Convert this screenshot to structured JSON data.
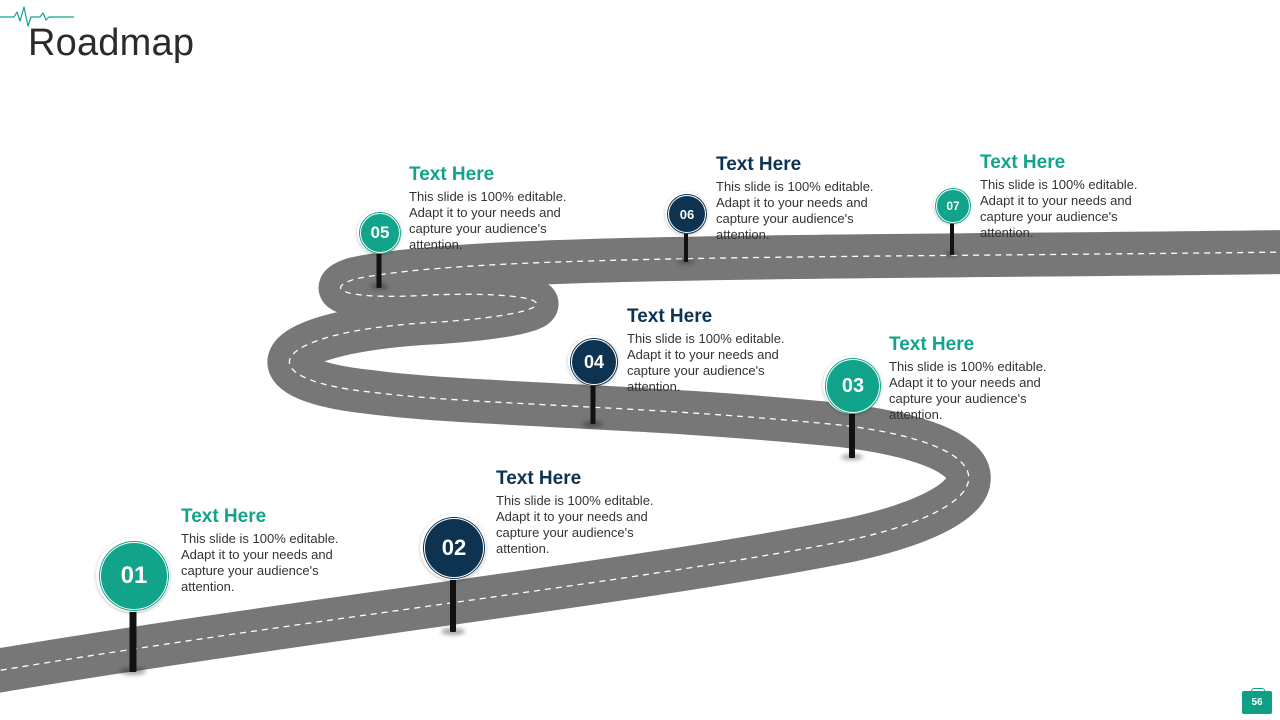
{
  "slide": {
    "title": "Roadmap",
    "page_number": "56"
  },
  "colors": {
    "teal": "#12a38b",
    "navy": "#0d3350",
    "road": "#777777",
    "pole": "#111111"
  },
  "milestones": [
    {
      "number": "01",
      "heading": "Text Here",
      "body": "This slide is 100% editable. Adapt it to your needs and capture your audience's attention.",
      "color": "teal"
    },
    {
      "number": "02",
      "heading": "Text Here",
      "body": "This slide is 100% editable. Adapt it to your needs and capture your audience's attention.",
      "color": "navy"
    },
    {
      "number": "03",
      "heading": "Text Here",
      "body": "This slide is 100% editable. Adapt it to your needs and capture your audience's attention.",
      "color": "teal"
    },
    {
      "number": "04",
      "heading": "Text Here",
      "body": "This slide is 100% editable. Adapt it to your needs and capture your audience's attention.",
      "color": "navy"
    },
    {
      "number": "05",
      "heading": "Text Here",
      "body": "This slide is 100% editable. Adapt it to your needs and capture your audience's attention.",
      "color": "teal"
    },
    {
      "number": "06",
      "heading": "Text Here",
      "body": "This slide is 100% editable. Adapt it to your needs and capture your audience's attention.",
      "color": "navy"
    },
    {
      "number": "07",
      "heading": "Text Here",
      "body": "This slide is 100% editable. Adapt it to your needs and capture your audience's attention.",
      "color": "teal"
    }
  ]
}
